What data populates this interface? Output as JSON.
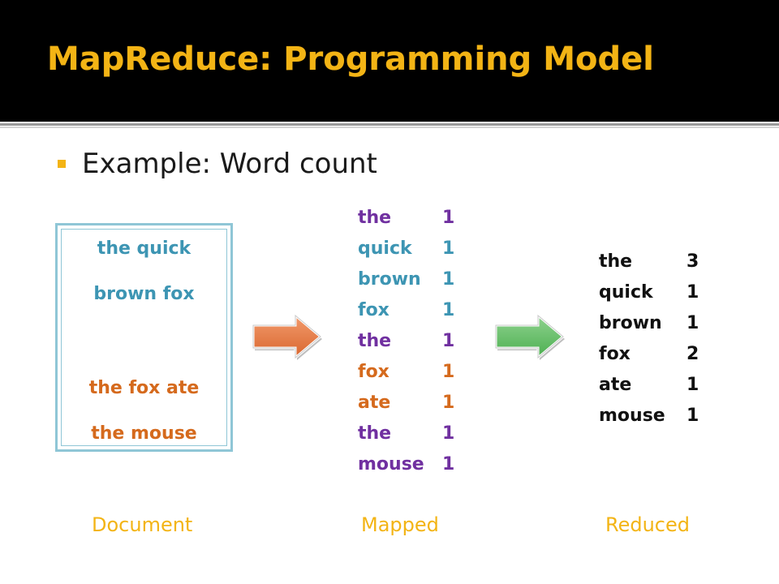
{
  "slide": {
    "title": "MapReduce: Programming Model",
    "bullet": "Example: Word count"
  },
  "document": {
    "lines": [
      "the quick",
      "brown fox",
      "the fox ate",
      "the mouse"
    ]
  },
  "mapped": [
    {
      "word": "the",
      "count": "1"
    },
    {
      "word": "quick",
      "count": "1"
    },
    {
      "word": "brown",
      "count": "1"
    },
    {
      "word": "fox",
      "count": "1"
    },
    {
      "word": "the",
      "count": "1"
    },
    {
      "word": "fox",
      "count": "1"
    },
    {
      "word": "ate",
      "count": "1"
    },
    {
      "word": "the",
      "count": "1"
    },
    {
      "word": "mouse",
      "count": "1"
    }
  ],
  "reduced": [
    {
      "word": "the",
      "count": "3"
    },
    {
      "word": "quick",
      "count": "1"
    },
    {
      "word": "brown",
      "count": "1"
    },
    {
      "word": "fox",
      "count": "2"
    },
    {
      "word": "ate",
      "count": "1"
    },
    {
      "word": "mouse",
      "count": "1"
    }
  ],
  "captions": {
    "document": "Document",
    "mapped": "Mapped",
    "reduced": "Reduced"
  },
  "colors": {
    "accent": "#f3b415",
    "teal": "#3d95b3",
    "orange": "#d56a1d",
    "purple": "#7030a0",
    "map_arrow": "#e8824f",
    "reduce_arrow": "#66bb6a"
  }
}
